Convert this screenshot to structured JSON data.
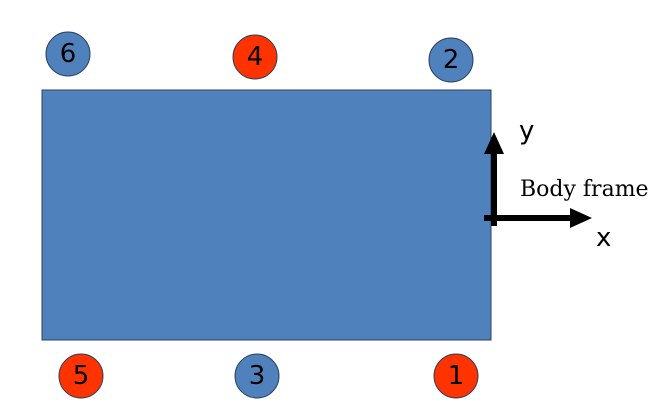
{
  "colors": {
    "body_fill": "#4f81bd",
    "body_stroke": "#2b3f5c",
    "blue": "#4f81bd",
    "red": "#ff3300",
    "arrow": "#000000"
  },
  "markers": [
    {
      "id": "6",
      "label": "6",
      "color": "blue"
    },
    {
      "id": "4",
      "label": "4",
      "color": "red"
    },
    {
      "id": "2",
      "label": "2",
      "color": "blue"
    },
    {
      "id": "5",
      "label": "5",
      "color": "red"
    },
    {
      "id": "3",
      "label": "3",
      "color": "blue"
    },
    {
      "id": "1",
      "label": "1",
      "color": "red"
    }
  ],
  "frame": {
    "title": "Body frame",
    "x_label": "x",
    "y_label": "y"
  }
}
